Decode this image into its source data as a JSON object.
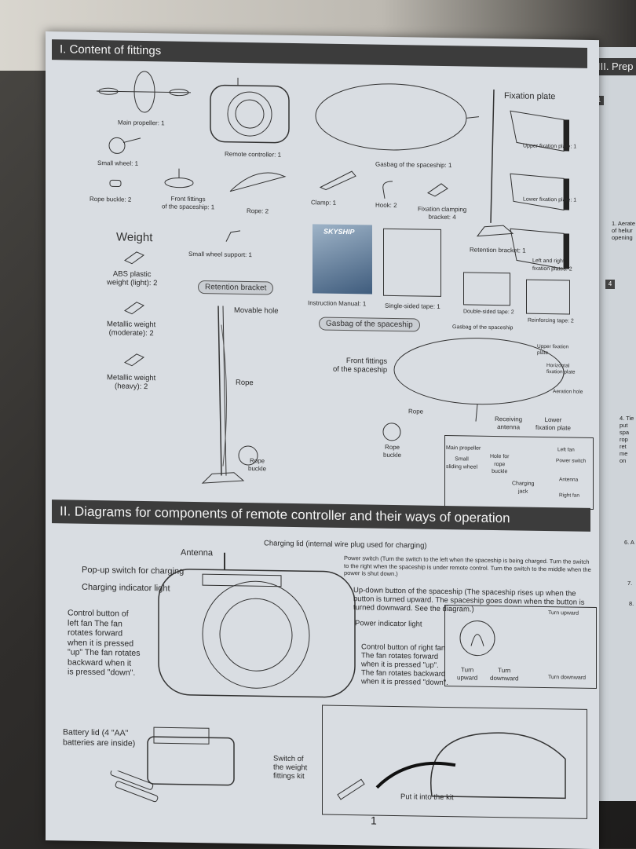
{
  "section1": {
    "title": "I. Content of fittings",
    "items": {
      "main_propeller": "Main propeller: 1",
      "remote_controller": "Remote controller: 1",
      "gasbag": "Gasbag of the spaceship: 1",
      "small_wheel": "Small wheel: 1",
      "rope_buckle": "Rope buckle: 2",
      "front_fittings": "Front fittings\nof the spaceship: 1",
      "rope": "Rope: 2",
      "clamp": "Clamp: 1",
      "hook": "Hook: 2",
      "fixation_bracket": "Fixation clamping\nbracket: 4",
      "retention_bracket_count": "Retention bracket: 1",
      "small_wheel_support": "Small wheel support: 1",
      "instruction_manual": "Instruction Manual: 1",
      "single_sided_tape": "Single-sided tape: 1",
      "double_sided_tape": "Double-sided tape: 2",
      "reinforcing_tape": "Reinforcing tape: 2",
      "box_logo": "SKYSHIP"
    },
    "fixation_plate": {
      "title": "Fixation plate",
      "upper": "Upper fixation plate: 1",
      "lower": "Lower fixation plate: 1",
      "left_right": "Left and right\nfixation plates: 2"
    },
    "weight": {
      "title": "Weight",
      "light": "ABS plastic\nweight (light): 2",
      "moderate": "Metallic weight\n(moderate): 2",
      "heavy": "Metallic weight\n(heavy): 2"
    },
    "retention": {
      "pill": "Retention bracket",
      "movable_hole": "Movable hole",
      "rope": "Rope",
      "rope_buckle": "Rope\nbuckle"
    },
    "gasbag_diagram": {
      "pill": "Gasbag of the spaceship",
      "gasbag_label": "Gasbag of the spaceship",
      "front_fittings": "Front fittings\nof the spaceship",
      "upper_plate": "Upper fixation\nplate",
      "horizontal_plate": "Horizontal\nfixation plate",
      "aeration_hole": "Aeration hole",
      "rope": "Rope",
      "receiving_antenna": "Receiving\nantenna",
      "lower_plate": "Lower\nfixation plate",
      "rope_buckle": "Rope\nbuckle",
      "main_propeller": "Main propeller",
      "left_fan": "Left fan",
      "power_switch": "Power switch",
      "small_sliding_wheel": "Small\nsliding wheel",
      "hole_for_rope_buckle": "Hole for\nrope\nbuckle",
      "antenna": "Antenna",
      "charging_jack": "Charging\njack",
      "right_fan": "Right fan"
    }
  },
  "section2": {
    "title": "II. Diagrams for components of remote controller and their ways of operation",
    "labels": {
      "charging_lid": "Charging lid (internal wire plug used for charging)",
      "antenna": "Antenna",
      "popup_switch": "Pop-up switch for charging",
      "charging_light": "Charging indicator light",
      "left_fan_control": "Control button of\nleft fan The fan\nrotates forward\nwhen it is pressed\n\"up\" The fan rotates\nbackward when it\nis pressed \"down\".",
      "power_switch": "Power switch (Turn the switch to the left when the spaceship is being charged. Turn the switch to the right when the spaceship is under remote control. Turn the switch to the middle when the power is shut down.)",
      "updown_button": "Up-down button of the spaceship (The spaceship rises up when the button is turned upward. The spaceship goes down when the button is turned downward. See the diagram.)",
      "power_light": "Power indicator light",
      "right_fan_control": "Control button of right fan\nThe fan rotates forward\nwhen it is pressed \"up\".\nThe fan rotates backward\nwhen it is pressed \"down\".",
      "turn_upward_a": "Turn upward",
      "turn_upward_b": "Turn\nupward",
      "turn_downward_a": "Turn\ndownward",
      "turn_downward_b": "Turn downward",
      "battery_lid": "Battery lid (4 \"AA\"\nbatteries are inside)",
      "switch_weight": "Switch of\nthe weight\nfittings kit",
      "put_into_kit": "Put it into the kit"
    },
    "page_number": "1"
  },
  "next_page": {
    "title": "III. Prep",
    "steps": [
      "1",
      "4"
    ],
    "text1": "1. Aerate t\nof heliur\nopening",
    "text4": "4. Tie\nput\nspa\nrop\nret\nme\non",
    "text6": "6. A",
    "text7": "7.",
    "text8": "8."
  }
}
